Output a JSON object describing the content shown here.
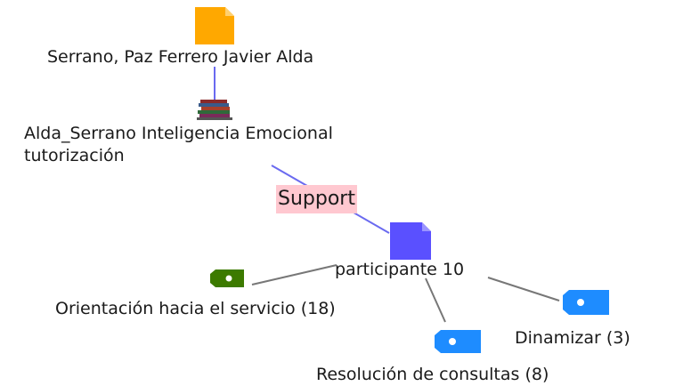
{
  "colors": {
    "document_node": "#ffa800",
    "participant_node": "#5a50ff",
    "code_green": "#3c7a00",
    "code_blue": "#1e8cff",
    "support_highlight": "#ffc8d0",
    "edge_blue": "#6a6af0",
    "edge_gray": "#777777"
  },
  "icons": {
    "author": "document-icon",
    "book": "books-icon",
    "participant": "document-icon",
    "code": "tag-icon"
  },
  "nodes": {
    "author": {
      "label": "Serrano, Paz Ferrero Javier Alda"
    },
    "book": {
      "label_line1": "Alda_Serrano Inteligencia Emocional",
      "label_line2": "tutorización"
    },
    "participant": {
      "label": "participante 10"
    },
    "code_orientacion": {
      "label": "Orientación hacia el servicio (18)"
    },
    "code_resolucion": {
      "label": "Resolución de consultas (8)"
    },
    "code_dinamizar": {
      "label": "Dinamizar (3)"
    }
  },
  "edges": {
    "support_label": "Support"
  }
}
